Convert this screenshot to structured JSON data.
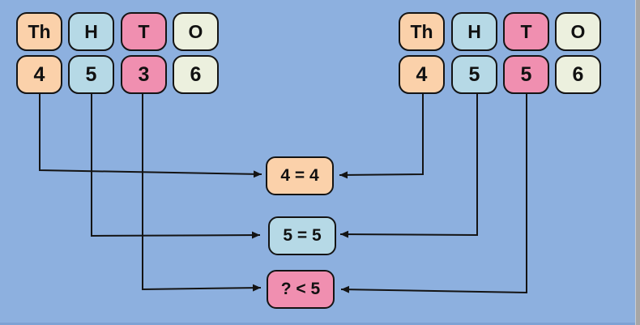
{
  "title": "place-value-comparison-diagram",
  "colors": {
    "background": "#8DB0DF",
    "thousands": "#FBD1AA",
    "hundreds": "#B6D9E6",
    "tens": "#F08FB0",
    "ones": "#ECF0DE",
    "outline": "#141414",
    "right_strip": "#A6A6A6",
    "bottom_strip": "#7EA2D4"
  },
  "left_group": {
    "headers": [
      {
        "label": "Th",
        "color": "#FBD1AA"
      },
      {
        "label": "H",
        "color": "#B6D9E6"
      },
      {
        "label": "T",
        "color": "#F08FB0"
      },
      {
        "label": "O",
        "color": "#ECF0DE"
      }
    ],
    "digits": [
      {
        "value": "4",
        "color": "#FBD1AA"
      },
      {
        "value": "5",
        "color": "#B6D9E6"
      },
      {
        "value": "3",
        "color": "#F08FB0"
      },
      {
        "value": "6",
        "color": "#ECF0DE"
      }
    ]
  },
  "right_group": {
    "headers": [
      {
        "label": "Th",
        "color": "#FBD1AA"
      },
      {
        "label": "H",
        "color": "#B6D9E6"
      },
      {
        "label": "T",
        "color": "#F08FB0"
      },
      {
        "label": "O",
        "color": "#ECF0DE"
      }
    ],
    "digits": [
      {
        "value": "4",
        "color": "#FBD1AA"
      },
      {
        "value": "5",
        "color": "#B6D9E6"
      },
      {
        "value": "5",
        "color": "#F08FB0"
      },
      {
        "value": "6",
        "color": "#ECF0DE"
      }
    ]
  },
  "comparisons": [
    {
      "text": "4 = 4",
      "place": "thousands",
      "color": "#FBD1AA"
    },
    {
      "text": "5 = 5",
      "place": "hundreds",
      "color": "#B6D9E6"
    },
    {
      "text": "? < 5",
      "place": "tens",
      "color": "#F08FB0"
    }
  ]
}
